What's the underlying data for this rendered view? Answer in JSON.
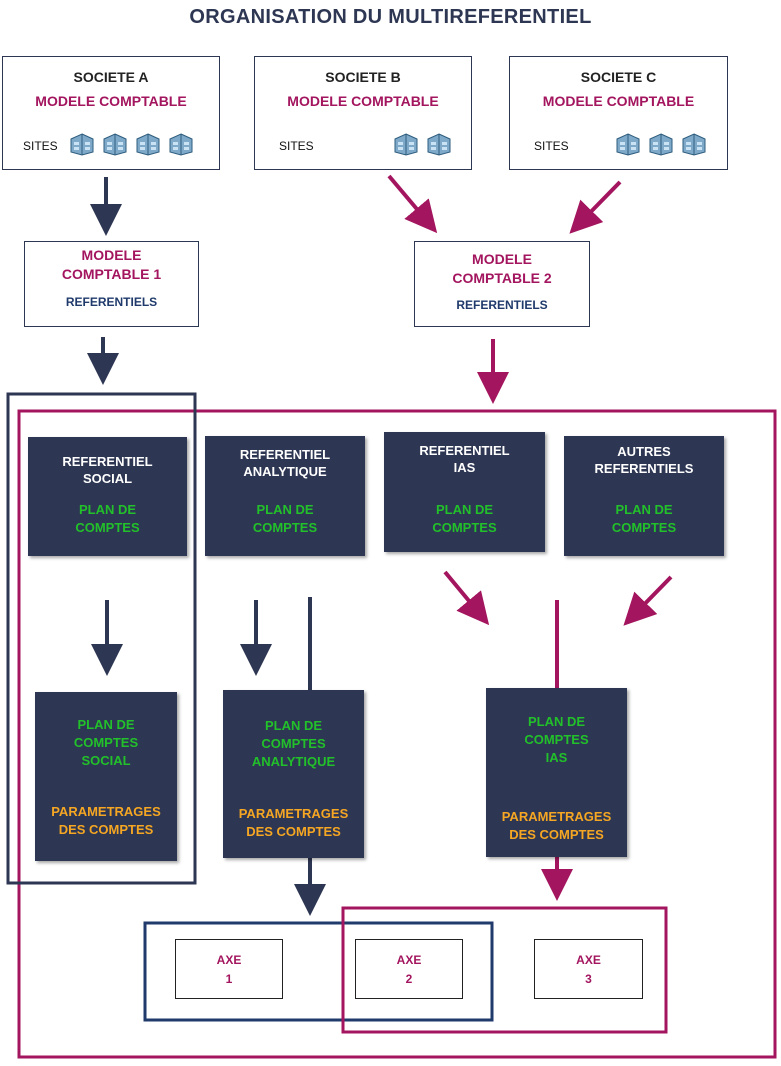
{
  "title": "ORGANISATION DU MULTIREFERENTIEL",
  "colors": {
    "navy": "#2d3652",
    "magenta": "#a3155e",
    "green": "#22c02a",
    "orange": "#f5a623",
    "border_blue": "#1f3a6b"
  },
  "companies": [
    {
      "name": "SOCIETE A",
      "model": "MODELE COMPTABLE",
      "sites_label": "SITES",
      "site_count": 4,
      "icon": "building-icon"
    },
    {
      "name": "SOCIETE B",
      "model": "MODELE COMPTABLE",
      "sites_label": "SITES",
      "site_count": 2,
      "icon": "building-icon"
    },
    {
      "name": "SOCIETE C",
      "model": "MODELE COMPTABLE",
      "sites_label": "SITES",
      "site_count": 3,
      "icon": "building-icon"
    }
  ],
  "models": [
    {
      "title": "MODELE\nCOMPTABLE 1",
      "sub": "REFERENTIELS"
    },
    {
      "title": "MODELE\nCOMPTABLE 2",
      "sub": "REFERENTIELS"
    }
  ],
  "referentials": [
    {
      "title": "REFERENTIEL\nSOCIAL",
      "plan": "PLAN DE\nCOMPTES"
    },
    {
      "title": "REFERENTIEL\nANALYTIQUE",
      "plan": "PLAN DE\nCOMPTES"
    },
    {
      "title": "REFERENTIEL\nIAS",
      "plan": "PLAN DE\nCOMPTES"
    },
    {
      "title": "AUTRES\nREFERENTIELS",
      "plan": "PLAN DE\nCOMPTES"
    }
  ],
  "plans": [
    {
      "name": "PLAN DE\nCOMPTES\nSOCIAL",
      "settings": "PARAMETRAGES\nDES COMPTES"
    },
    {
      "name": "PLAN DE\nCOMPTES\nANALYTIQUE",
      "settings": "PARAMETRAGES\nDES COMPTES"
    },
    {
      "name": "PLAN DE\nCOMPTES\nIAS",
      "settings": "PARAMETRAGES\nDES COMPTES"
    }
  ],
  "axes": [
    {
      "label": "AXE\n1"
    },
    {
      "label": "AXE\n2"
    },
    {
      "label": "AXE\n3"
    }
  ]
}
